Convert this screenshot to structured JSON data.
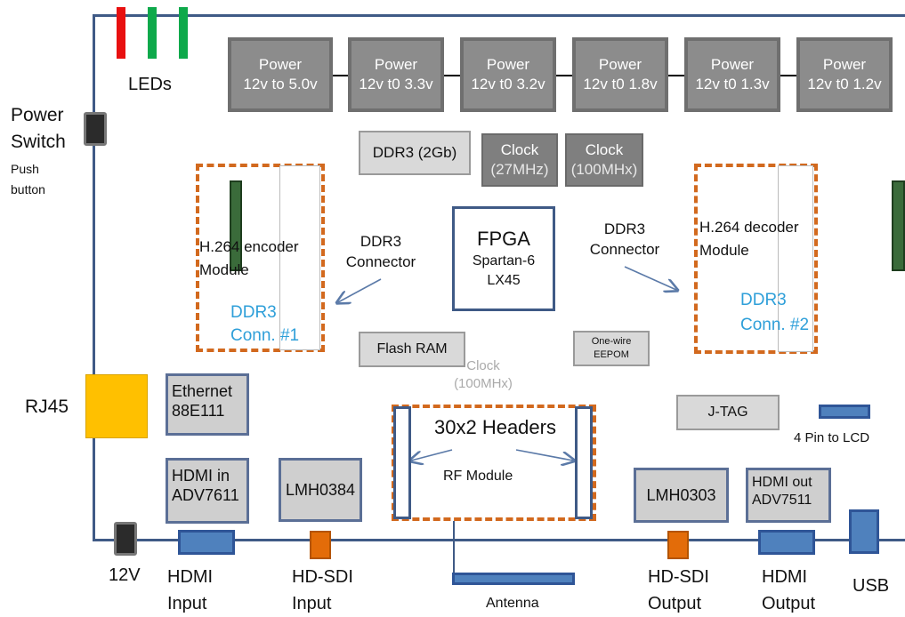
{
  "colors": {
    "board_outline": "#3f5a86",
    "power_fill": "#8c8c8c",
    "dashed_orange": "#d2691e",
    "connector_blue": "#4f81bd",
    "connector_orange": "#e36c09",
    "rj45_yellow": "#ffc000",
    "led_red": "#e81010",
    "led_green": "#0ea94b",
    "ddr3_label_cyan": "#2e9fd9"
  },
  "leds": {
    "label": "LEDs",
    "colors": [
      "red",
      "green",
      "green"
    ]
  },
  "power_switch": {
    "line1": "Power",
    "line2": "Switch",
    "line3": "Push",
    "line4": "button"
  },
  "power_modules": [
    {
      "line1": "Power",
      "line2": "12v to 5.0v"
    },
    {
      "line1": "Power",
      "line2": "12v t0 3.3v"
    },
    {
      "line1": "Power",
      "line2": "12v t0 3.2v"
    },
    {
      "line1": "Power",
      "line2": "12v t0 1.8v"
    },
    {
      "line1": "Power",
      "line2": "12v t0 1.3v"
    },
    {
      "line1": "Power",
      "line2": "12v t0 1.2v"
    }
  ],
  "ddr3_chip": "DDR3 (2Gb)",
  "clock_27": {
    "line1": "Clock",
    "line2": "(27MHz)"
  },
  "clock_100": {
    "line1": "Clock",
    "line2": "(100MHx)"
  },
  "fpga": {
    "line1": "FPGA",
    "line2": "Spartan-6",
    "line3": "LX45"
  },
  "encoder": {
    "line1": "H.264 encoder",
    "line2": "Module",
    "ddr3_line1": "DDR3",
    "ddr3_line2": "Conn. #1"
  },
  "decoder": {
    "line1": "H.264 decoder",
    "line2": "Module",
    "ddr3_line1": "DDR3",
    "ddr3_line2": "Conn. #2"
  },
  "ddr3_connector_left": {
    "line1": "DDR3",
    "line2": "Connector"
  },
  "ddr3_connector_right": {
    "line1": "DDR3",
    "line2": "Connector"
  },
  "flash_ram": "Flash RAM",
  "clock_100_lower": {
    "line1": "Clock",
    "line2": "(100MHx)"
  },
  "one_wire": {
    "line1": "One-wire",
    "line2": "EEPOM"
  },
  "rj45": "RJ45",
  "ethernet": {
    "line1": "Ethernet",
    "line2": "88E111"
  },
  "headers": {
    "title": "30x2 Headers",
    "rf": "RF Module"
  },
  "jtag": "J-TAG",
  "lcd": "4 Pin to LCD",
  "hdmi_in": {
    "line1": "HDMI in",
    "line2": "ADV7611"
  },
  "lmh0384": "LMH0384",
  "lmh0303": "LMH0303",
  "hdmi_out": {
    "line1": "HDMI out",
    "line2": "ADV7511"
  },
  "bottom_labels": {
    "v12": "12V",
    "hdmi_input": {
      "line1": "HDMI",
      "line2": "Input"
    },
    "hdsdi_input": {
      "line1": "HD-SDI",
      "line2": "Input"
    },
    "antenna": "Antenna",
    "hdsdi_output": {
      "line1": "HD-SDI",
      "line2": "Output"
    },
    "hdmi_output": {
      "line1": "HDMI",
      "line2": "Output"
    },
    "usb": "USB"
  }
}
